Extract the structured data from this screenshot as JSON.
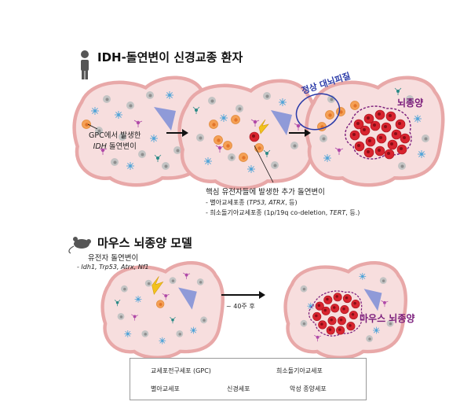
{
  "patient_title": "IDH-돌연변이 신경교종 환자",
  "mouse_title": "마우스 뇌종양 모델",
  "annotations": {
    "gpc_mut_line1": "GPC에서 발생한",
    "gpc_mut_line2_it": "IDH",
    "gpc_mut_line2_rest": " 돌연변이",
    "extra_mut_title": "핵심 유전자들에 발생한 추가 돌연변이",
    "astro_prefix": "- 별아교세포종 (",
    "astro_genes": "TP53, ATRX",
    "astro_suffix": ", 등)",
    "oligo_prefix": "- 희소돌기아교세포종 (1p/19q co-deletion, ",
    "oligo_gene": "TERT",
    "oligo_suffix": ", 등.)",
    "normal_cortex": "정상 대뇌피질",
    "brain_tumor": "뇌종양",
    "gene_mut_title": "유전자 돌연변이",
    "gene_mut_list": "- Idh1, Trp53, Atrx, Nf1",
    "time_label": "~ 40주 후",
    "mouse_tumor": "마우스 뇌종양"
  },
  "legend": {
    "gpc": "교세포전구세포 (GPC)",
    "oligo": "희소돌기아교세포",
    "astro": "별아교세포",
    "neuron": "신경세포",
    "tumor": "악성 종양세포"
  },
  "colors": {
    "brain_fill": "#f7dede",
    "brain_stroke": "#e8a8a8",
    "gpc_gray": "#b8b8b8",
    "gpc_orange": "#f5a055",
    "tumor_red": "#d8242f",
    "tumor_outline": "#7a1b7a",
    "astro_blue": "#4ea3d8",
    "neuron_purple": "#b04aa8",
    "ventricle_blue": "#8f9ad8",
    "normal_circle": "#2a3aa8"
  }
}
